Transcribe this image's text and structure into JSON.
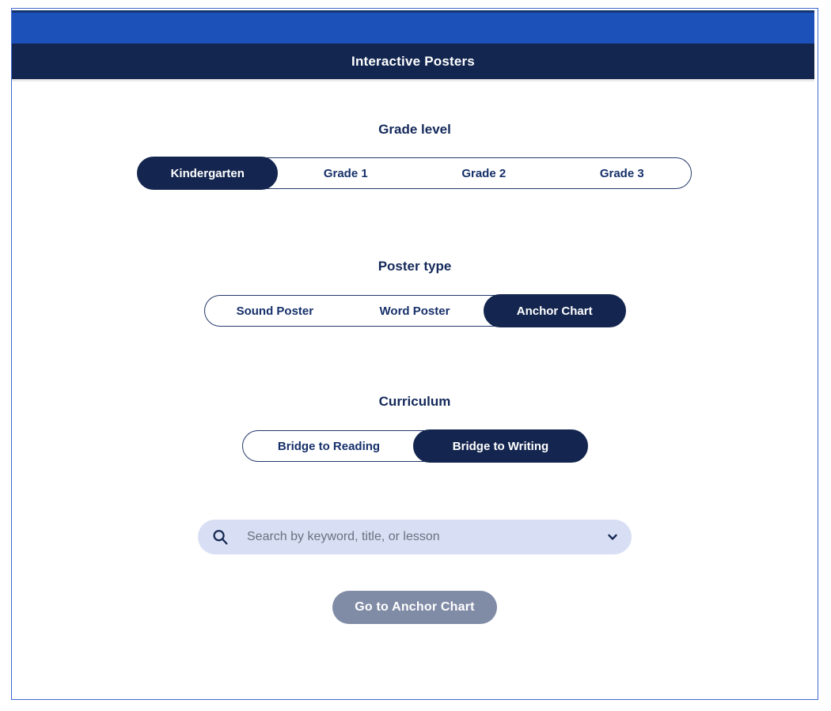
{
  "header": {
    "title": "Interactive Posters",
    "bar_blue_color": "#1c51b9",
    "bar_navy_color": "#12264f"
  },
  "sections": {
    "grade": {
      "label": "Grade level",
      "options": [
        "Kindergarten",
        "Grade 1",
        "Grade 2",
        "Grade 3"
      ],
      "selected": "Kindergarten"
    },
    "poster_type": {
      "label": "Poster type",
      "options": [
        "Sound Poster",
        "Word Poster",
        "Anchor Chart"
      ],
      "selected": "Anchor Chart"
    },
    "curriculum": {
      "label": "Curriculum",
      "options": [
        "Bridge to Reading",
        "Bridge to Writing"
      ],
      "selected": "Bridge to Writing"
    }
  },
  "search": {
    "icon": "search-icon",
    "placeholder": "Search by keyword, title, or lesson",
    "value": "",
    "dropdown_icon": "chevron-down-icon"
  },
  "cta": {
    "label": "Go to Anchor Chart",
    "color": "#808ba6"
  },
  "theme": {
    "navy": "#14264f",
    "outline": "#24386b",
    "search_bg": "#d8dff4",
    "frame_border": "#3f68cf"
  }
}
